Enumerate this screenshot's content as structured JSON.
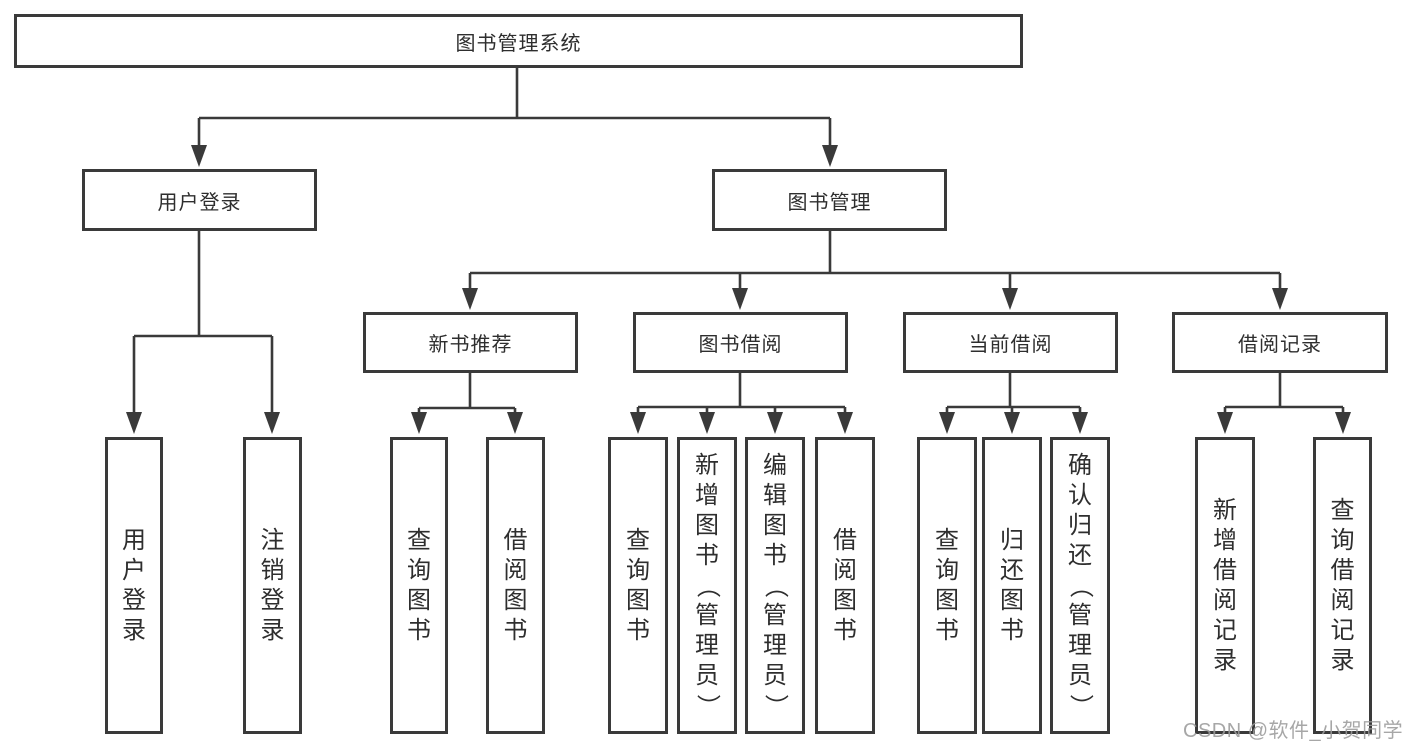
{
  "diagram": {
    "line_color": "#3a3a3a",
    "text_color": "#2e2e2e",
    "root": {
      "label": "图书管理系统"
    },
    "branches": [
      {
        "label": "用户登录",
        "children": [
          {
            "label": "用户登录"
          },
          {
            "label": "注销登录"
          }
        ]
      },
      {
        "label": "图书管理",
        "children": [
          {
            "label": "新书推荐",
            "children": [
              {
                "label": "查询图书"
              },
              {
                "label": "借阅图书"
              }
            ]
          },
          {
            "label": "图书借阅",
            "children": [
              {
                "label": "查询图书"
              },
              {
                "label": "新增图书（管理员）"
              },
              {
                "label": "编辑图书（管理员）"
              },
              {
                "label": "借阅图书"
              }
            ]
          },
          {
            "label": "当前借阅",
            "children": [
              {
                "label": "查询图书"
              },
              {
                "label": "归还图书"
              },
              {
                "label": "确认归还（管理员）"
              }
            ]
          },
          {
            "label": "借阅记录",
            "children": [
              {
                "label": "新增借阅记录"
              },
              {
                "label": "查询借阅记录"
              }
            ]
          }
        ]
      }
    ]
  },
  "watermark": {
    "text": "CSDN @软件_小贺同学",
    "color": "#9c9c9c"
  }
}
